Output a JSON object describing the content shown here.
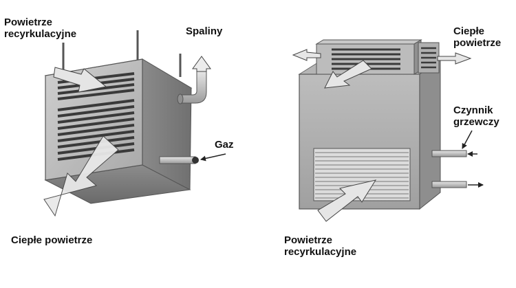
{
  "left_heater": {
    "label_recirculated_air": [
      "Powietrze",
      "recyrkulacyjne"
    ],
    "label_exhaust": "Spaliny",
    "label_gas": "Gaz",
    "label_warm_air": "Ciepłe powietrze"
  },
  "right_heater": {
    "label_warm_air": [
      "Ciepłe",
      "powietrze"
    ],
    "label_heating_medium": [
      "Czynnik",
      "grzewczy"
    ],
    "label_recirculated_air": [
      "Powietrze",
      "recyrkulacyjne"
    ]
  },
  "colors": {
    "body_light": "#c4c4c4",
    "body_mid": "#a3a3a3",
    "body_dark": "#7c7c7c",
    "arrow_fill": "#e3e3e3",
    "outline": "#444444"
  }
}
